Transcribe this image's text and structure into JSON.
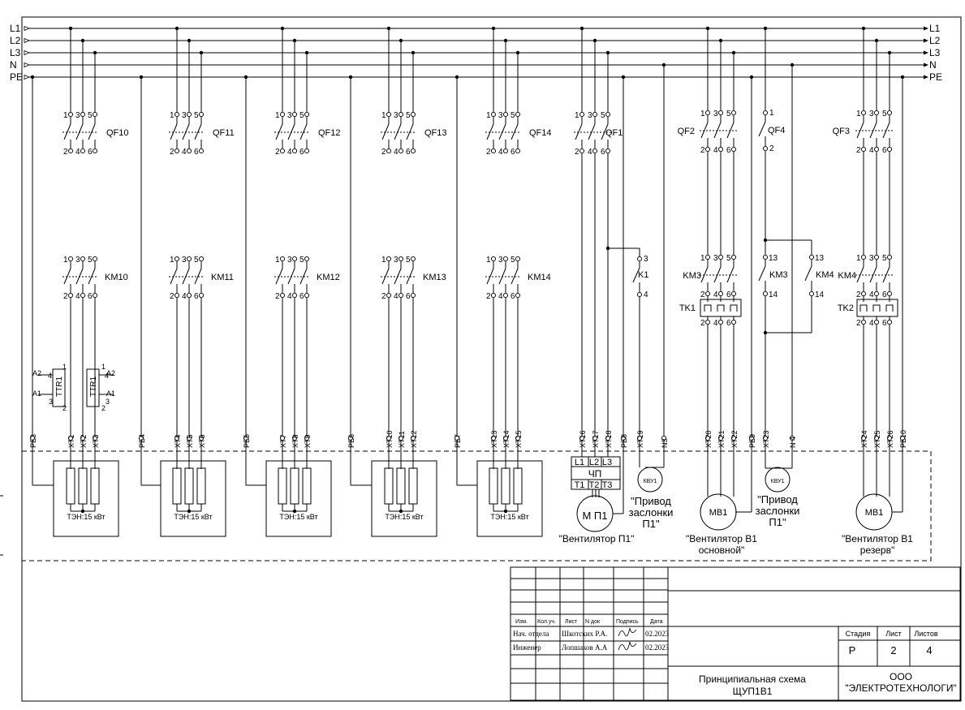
{
  "buses": [
    "L1",
    "L2",
    "L3",
    "N",
    "PE"
  ],
  "heater_groups": [
    {
      "breaker": "QF10",
      "contactor": "KM10",
      "pe": "PE3",
      "terminals": [
        "XT1",
        "XT2",
        "XT3"
      ],
      "load": "ТЭН:15 кВт"
    },
    {
      "breaker": "QF11",
      "contactor": "KM11",
      "pe": "PE4",
      "terminals": [
        "XT4",
        "XT5",
        "XT6"
      ],
      "load": "ТЭН:15 кВт"
    },
    {
      "breaker": "QF12",
      "contactor": "KM12",
      "pe": "PE5",
      "terminals": [
        "XT7",
        "XT8",
        "XT9"
      ],
      "load": "ТЭН:15 кВт"
    },
    {
      "breaker": "QF13",
      "contactor": "KM13",
      "pe": "PE6",
      "terminals": [
        "XT10",
        "XT11",
        "XT12"
      ],
      "load": "ТЭН:15 кВт"
    },
    {
      "breaker": "QF14",
      "contactor": "KM14",
      "pe": "PE7",
      "terminals": [
        "XT13",
        "XT14",
        "XT15"
      ],
      "load": "ТЭН:15 кВт"
    }
  ],
  "pins": {
    "three": [
      [
        "1",
        "3",
        "5"
      ],
      [
        "2",
        "4",
        "6"
      ]
    ],
    "single_qf4": [
      "1",
      "2"
    ],
    "k1": [
      "3",
      "4"
    ],
    "km34": [
      "13",
      "14"
    ],
    "ttr": {
      "p1": "1",
      "p2": "2",
      "p3": "3",
      "p4": "4"
    }
  },
  "thermo_relay": {
    "name": "TTR1",
    "a1": "A1",
    "a2": "A2"
  },
  "fan_p1": {
    "breaker": "QF1",
    "relay": "K1",
    "terminals": [
      "XT16",
      "XT17",
      "XT18",
      "PE8",
      "XT19",
      "N3"
    ],
    "vfd_inputs": [
      "L1",
      "L2",
      "L3"
    ],
    "vfd": "ЧП",
    "vfd_outputs": [
      "T1",
      "T2",
      "T3"
    ],
    "motor": "М П1",
    "motor_label": "\"Вентилятор П1\"",
    "actuator": "КВУ1",
    "actuator_label": [
      "\"Привод",
      "заслонки",
      "П1\""
    ]
  },
  "fan_v1_main": {
    "breaker": "QF2",
    "contactor": "KM3",
    "overload": "TK1",
    "terminals": [
      "XT20",
      "XT21",
      "XT22",
      "PE9"
    ],
    "motor": "MB1",
    "motor_label": [
      "\"Вентилятор В1",
      "основной\""
    ]
  },
  "actuator_v1": {
    "breaker": "QF4",
    "contacts": [
      "KM3",
      "KM4"
    ],
    "terminals": [
      "XT23",
      "N 4"
    ],
    "actuator": "КВУ1",
    "actuator_label": [
      "\"Привод",
      "заслонки",
      "П1\""
    ]
  },
  "fan_v1_reserve": {
    "breaker": "QF3",
    "contactor": "KM4",
    "overload": "TK2",
    "terminals": [
      "XT24",
      "XT25",
      "XT26",
      "PE10"
    ],
    "motor": "MB1",
    "motor_label": [
      "\"Вентилятор В1",
      "резерв\""
    ]
  },
  "title_block": {
    "headers": {
      "izm": "Изм.",
      "kol": "Кол.уч.",
      "list": "Лист",
      "ndoc": "N док",
      "sign": "Подпись",
      "date": "Дата"
    },
    "rows": [
      {
        "role": "Нач. отдела",
        "name": "Шкотских Р.А.",
        "date": "02.2023"
      },
      {
        "role": "Инженер",
        "name": "Лопшаков А.А",
        "date": "02.2023"
      }
    ],
    "stage_label": "Стадия",
    "sheet_label": "Лист",
    "sheets_label": "Листов",
    "stage": "Р",
    "sheet": "2",
    "sheets": "4",
    "title_lines": [
      "Принципиальная схема",
      "ЩУП1В1"
    ],
    "company_lines": [
      "ООО",
      "\"ЭЛЕКТРОТЕХНОЛОГИ\""
    ]
  }
}
